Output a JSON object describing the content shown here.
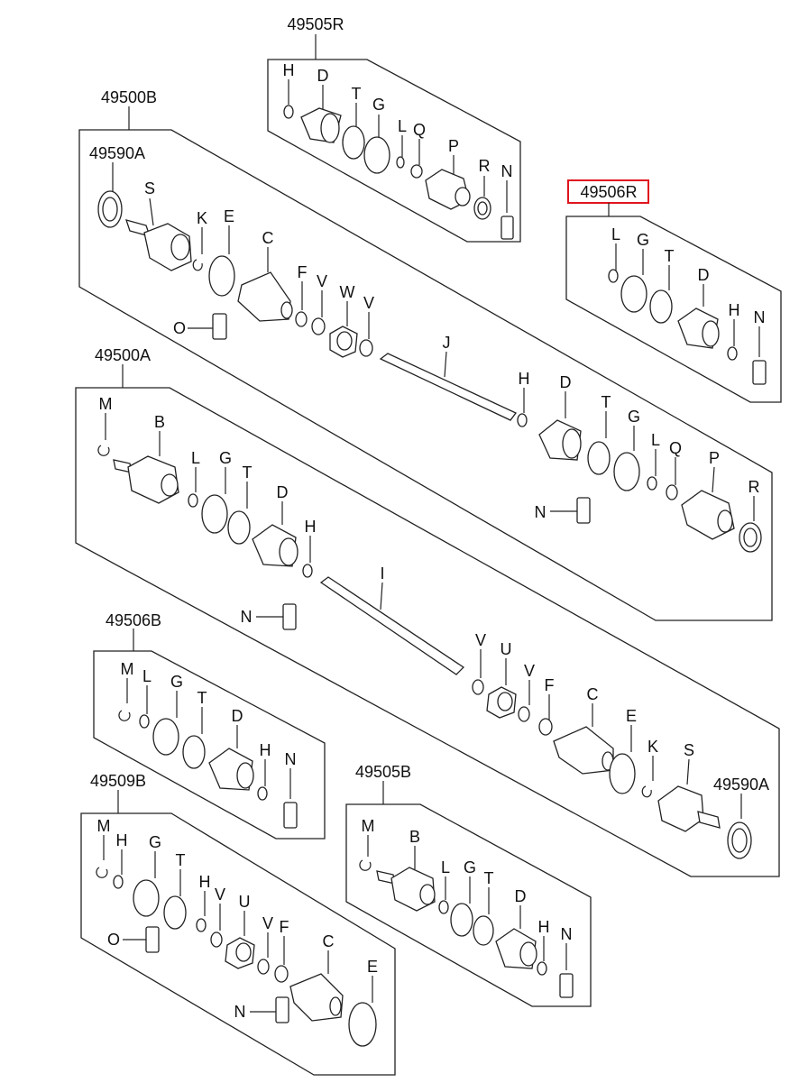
{
  "colors": {
    "highlight": "#e0141e",
    "line": "#222222",
    "background": "#ffffff"
  },
  "assemblies": [
    {
      "id": "49505R"
    },
    {
      "id": "49500B"
    },
    {
      "id": "49590A_top"
    },
    {
      "id": "49506R",
      "highlighted": true
    },
    {
      "id": "49500A"
    },
    {
      "id": "49506B"
    },
    {
      "id": "49505B"
    },
    {
      "id": "49509B"
    },
    {
      "id": "49590A_bottom"
    }
  ],
  "labels": {
    "a49505R": "49505R",
    "a49500B": "49500B",
    "a49590A": "49590A",
    "a49506R": "49506R",
    "a49500A": "49500A",
    "a49506B": "49506B",
    "a49505B": "49505B",
    "a49509B": "49509B",
    "H": "H",
    "D": "D",
    "T": "T",
    "G": "G",
    "L": "L",
    "Q": "Q",
    "P": "P",
    "R": "R",
    "N": "N",
    "S": "S",
    "K": "K",
    "E": "E",
    "C": "C",
    "F": "F",
    "V": "V",
    "W": "W",
    "O": "O",
    "J": "J",
    "M": "M",
    "B": "B",
    "I": "I",
    "U": "U"
  }
}
